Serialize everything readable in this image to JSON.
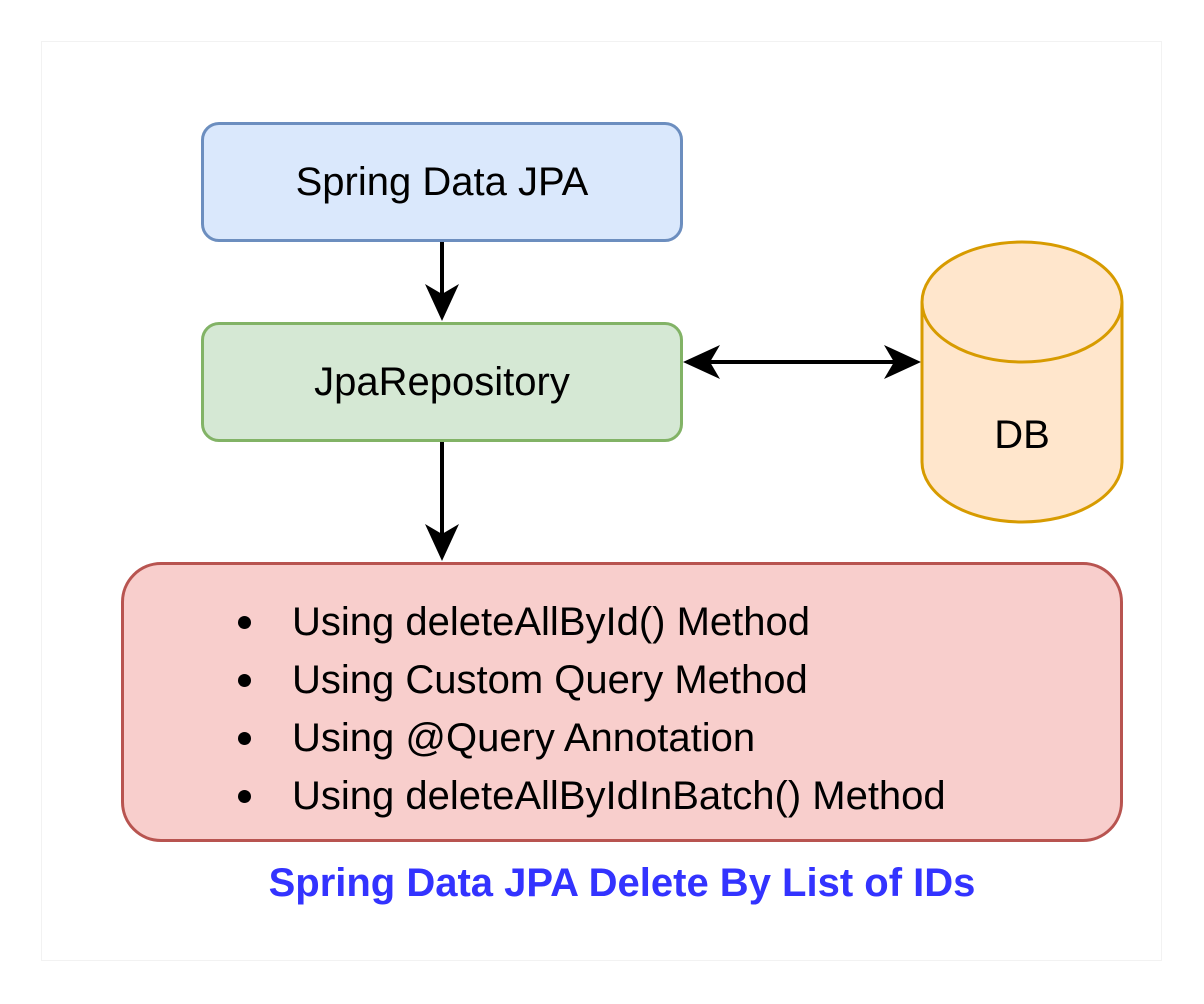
{
  "diagram": {
    "nodes": {
      "spring_data_jpa": {
        "label": "Spring Data JPA",
        "fill": "#dae8fc",
        "stroke": "#6c8ebf"
      },
      "jpa_repository": {
        "label": "JpaRepository",
        "fill": "#d5e8d4",
        "stroke": "#82b366"
      },
      "db": {
        "label": "DB",
        "shape": "cylinder",
        "fill": "#ffe6cc",
        "stroke": "#d79b00"
      },
      "methods": {
        "fill": "#f8cecc",
        "stroke": "#b85450",
        "items": [
          "Using deleteAllById() Method",
          "Using Custom Query Method",
          "Using @Query Annotation",
          "Using deleteAllByIdInBatch() Method"
        ]
      }
    },
    "edges": [
      {
        "from": "Spring Data JPA",
        "to": "JpaRepository",
        "direction": "forward"
      },
      {
        "from": "JpaRepository",
        "to": "DB",
        "direction": "both"
      },
      {
        "from": "JpaRepository",
        "to": "methods",
        "direction": "forward"
      }
    ],
    "caption": {
      "text": "Spring Data JPA Delete By List of IDs",
      "color": "#3333ff"
    }
  }
}
